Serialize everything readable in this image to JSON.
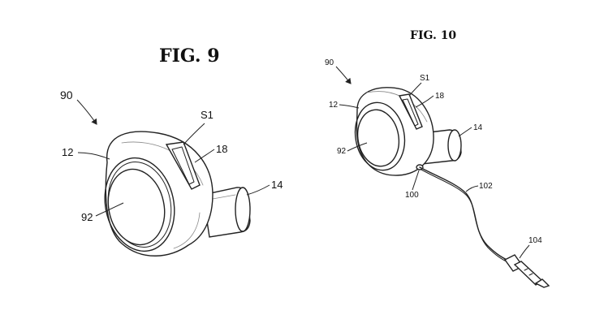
{
  "figures": [
    {
      "title": "FIG. 9",
      "labels": {
        "assembly": "90",
        "housing": "12",
        "face": "92",
        "slot": "S1",
        "slot_part": "18",
        "stem": "14"
      }
    },
    {
      "title": "FIG. 10",
      "labels": {
        "assembly": "90",
        "housing": "12",
        "face": "92",
        "slot": "S1",
        "slot_part": "18",
        "stem": "14",
        "port": "100",
        "cable": "102",
        "plug": "104"
      }
    }
  ]
}
